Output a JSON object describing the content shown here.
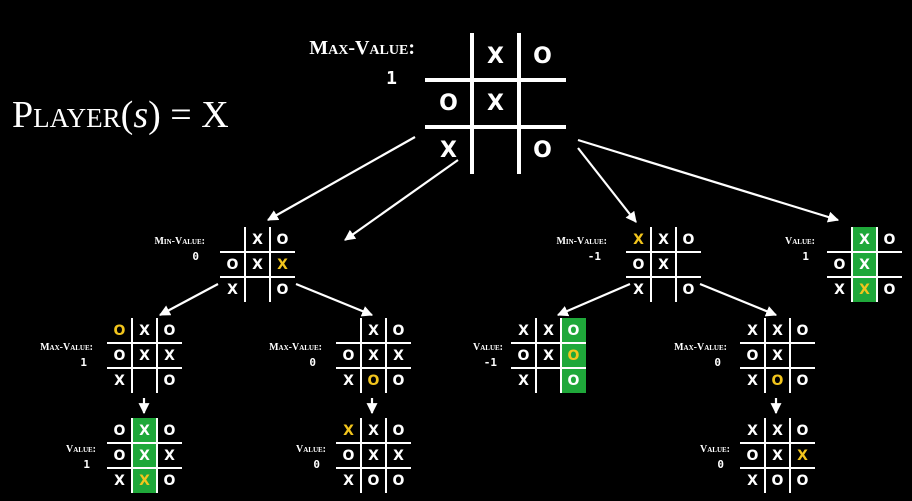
{
  "colors": {
    "background": "#000000",
    "text": "#ffffff",
    "highlight_move": "#f2c51d",
    "win_fill": "#1fa83a"
  },
  "player": {
    "prefix": "Player(",
    "var": "s",
    "suffix": ") = X"
  },
  "nodes": [
    {
      "id": "root",
      "fn": "Max-Value:",
      "value": "1",
      "cells": [
        "",
        "X",
        "O",
        "O",
        "X",
        "",
        "X",
        "",
        "O"
      ]
    },
    {
      "id": "n1",
      "fn": "Min-Value:",
      "value": "0",
      "cells": [
        "",
        "X",
        "O",
        "O",
        "X",
        "X",
        "X",
        "",
        "O"
      ],
      "yellow": [
        5
      ]
    },
    {
      "id": "n2",
      "fn": "Min-Value:",
      "value": "-1",
      "cells": [
        "X",
        "X",
        "O",
        "O",
        "X",
        "",
        "X",
        "",
        "O"
      ],
      "yellow": [
        0
      ]
    },
    {
      "id": "n3",
      "fn": "Value:",
      "value": "1",
      "cells": [
        "",
        "X",
        "O",
        "O",
        "X",
        "",
        "X",
        "X",
        "O"
      ],
      "yellow": [
        7
      ],
      "green": [
        1,
        4,
        7
      ]
    },
    {
      "id": "n11",
      "fn": "Max-Value:",
      "value": "1",
      "cells": [
        "O",
        "X",
        "O",
        "O",
        "X",
        "X",
        "X",
        "",
        "O"
      ],
      "yellow": [
        0
      ]
    },
    {
      "id": "n12",
      "fn": "Max-Value:",
      "value": "0",
      "cells": [
        "",
        "X",
        "O",
        "O",
        "X",
        "X",
        "X",
        "O",
        "O"
      ],
      "yellow": [
        7
      ]
    },
    {
      "id": "n21",
      "fn": "Value:",
      "value": "-1",
      "cells": [
        "X",
        "X",
        "O",
        "O",
        "X",
        "O",
        "X",
        "",
        "O"
      ],
      "yellow": [
        5
      ],
      "green": [
        2,
        5,
        8
      ]
    },
    {
      "id": "n22",
      "fn": "Max-Value:",
      "value": "0",
      "cells": [
        "X",
        "X",
        "O",
        "O",
        "X",
        "",
        "X",
        "O",
        "O"
      ],
      "yellow": [
        7
      ]
    },
    {
      "id": "n111",
      "fn": "Value:",
      "value": "1",
      "cells": [
        "O",
        "X",
        "O",
        "O",
        "X",
        "X",
        "X",
        "X",
        "O"
      ],
      "yellow": [
        7
      ],
      "green": [
        1,
        4,
        7
      ]
    },
    {
      "id": "n121",
      "fn": "Value:",
      "value": "0",
      "cells": [
        "X",
        "X",
        "O",
        "O",
        "X",
        "X",
        "X",
        "O",
        "O"
      ],
      "yellow": [
        0
      ]
    },
    {
      "id": "n221",
      "fn": "Value:",
      "value": "0",
      "cells": [
        "X",
        "X",
        "O",
        "O",
        "X",
        "X",
        "X",
        "O",
        "O"
      ],
      "yellow": [
        5
      ]
    }
  ]
}
